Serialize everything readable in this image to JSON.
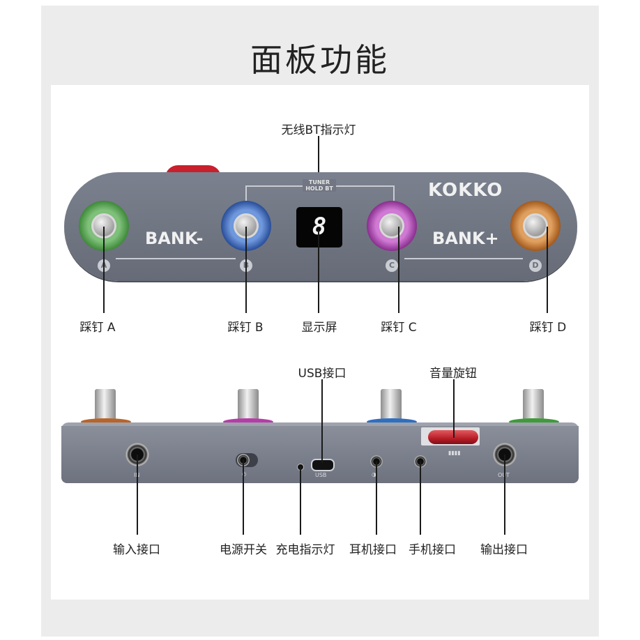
{
  "title": "面板功能",
  "top_device": {
    "brand": "KOKKO",
    "bank_minus": "BANK-",
    "bank_plus": "BANK+",
    "tuner_line1": "TUNER",
    "tuner_line2": "HOLD BT",
    "display_digit": "8",
    "footswitches": [
      {
        "letter": "A",
        "ring_color": "#3f8a3a"
      },
      {
        "letter": "B",
        "ring_color": "#2a4f9a"
      },
      {
        "letter": "C",
        "ring_color": "#8a2f8f"
      },
      {
        "letter": "D",
        "ring_color": "#a35a1c"
      }
    ],
    "accent_color": "#c8202c"
  },
  "top_labels": {
    "bt_indicator": "无线BT指示灯",
    "foot_a": "踩钉 A",
    "foot_b": "踩钉 B",
    "display": "显示屏",
    "foot_c": "踩钉 C",
    "foot_d": "踩钉 D"
  },
  "bottom_device": {
    "in_label": "IN",
    "usb_label": "USB",
    "out_label": "OUT",
    "ring_colors": [
      "#b8642a",
      "#b63ca8",
      "#2f6fc0",
      "#3f9a3a"
    ]
  },
  "bottom_labels": {
    "usb_port": "USB接口",
    "volume_knob": "音量旋钮",
    "input": "输入接口",
    "power": "电源开关",
    "charge_indicator": "充电指示灯",
    "headphone": "耳机接口",
    "phone": "手机接口",
    "output": "输出接口"
  }
}
